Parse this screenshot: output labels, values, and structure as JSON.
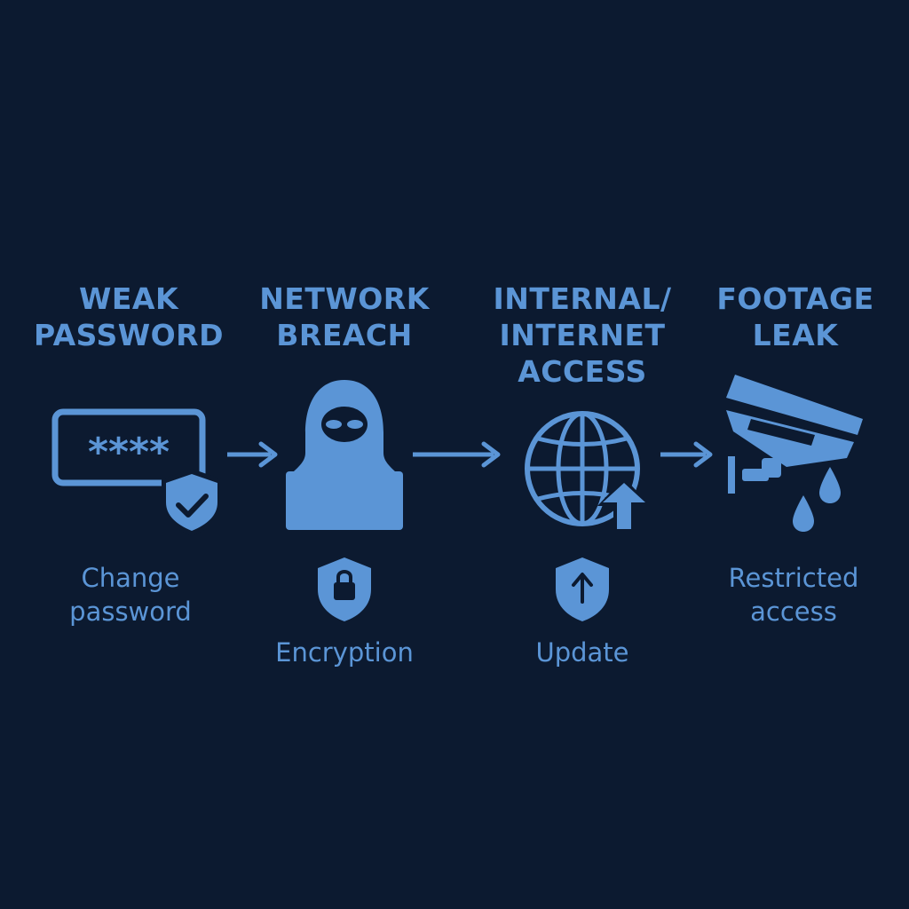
{
  "colors": {
    "background": "#0c1a30",
    "accent": "#5b95d6",
    "dark_detail": "#0c1a30"
  },
  "stages": [
    {
      "title": "WEAK\nPASSWORD",
      "caption": "Change\npassword",
      "icon": "password-field-with-shield-check-icon",
      "password_mask": "****"
    },
    {
      "title": "NETWORK\nBREACH",
      "caption": "Encryption",
      "icon": "hooded-hacker-laptop-icon",
      "mitigation_icon": "shield-lock-icon"
    },
    {
      "title": "INTERNAL/\nINTERNET\nACCESS",
      "caption": "Update",
      "icon": "globe-upload-icon",
      "mitigation_icon": "shield-up-arrow-icon"
    },
    {
      "title": "FOOTAGE\nLEAK",
      "caption": "Restricted\naccess",
      "icon": "leaking-security-camera-icon"
    }
  ]
}
